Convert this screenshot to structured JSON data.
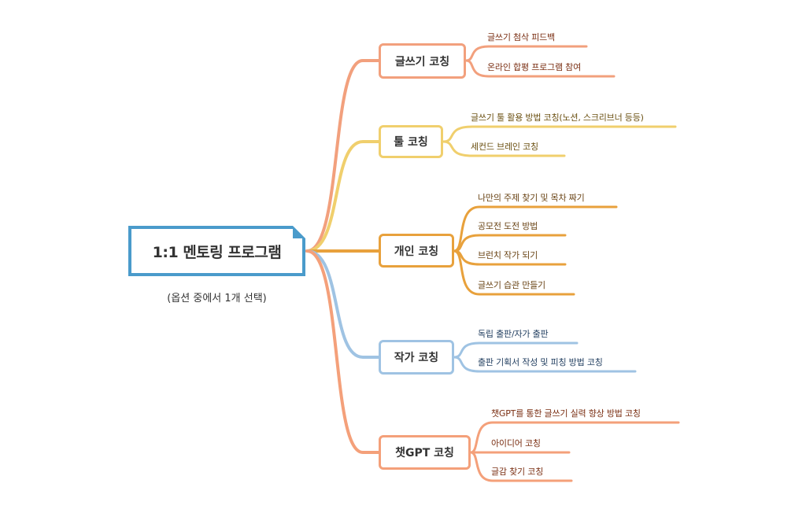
{
  "root": {
    "title": "1:1 멘토링 프로그램",
    "subtitle": "(옵션 중에서 1개 선택)"
  },
  "colors": {
    "root_border": "#4a9bcb",
    "writing": "#f2a07d",
    "tools": "#f0cf6d",
    "personal": "#e8a13c",
    "author": "#9fc3e3",
    "chatgpt": "#f4a07a",
    "text_writing": "#7a2e12",
    "text_tools": "#6a4f10",
    "text_personal": "#6a4416",
    "text_author": "#1f3c5e",
    "text_chatgpt": "#7a2e12"
  },
  "branches": [
    {
      "id": "writing",
      "label": "글쓰기 코칭",
      "items": [
        "글쓰기 첨삭 피드백",
        "온라인 합평 프로그램 참여"
      ]
    },
    {
      "id": "tools",
      "label": "툴 코칭",
      "items": [
        "글쓰기 툴 활용 방법 코칭(노션, 스크리브너 등등)",
        "세컨드 브레인 코칭"
      ]
    },
    {
      "id": "personal",
      "label": "개인 코칭",
      "items": [
        "나만의 주제 찾기 및 목차 짜기",
        "공모전 도전 방법",
        "브런치 작가 되기",
        "글쓰기 습관 만들기"
      ]
    },
    {
      "id": "author",
      "label": "작가 코칭",
      "items": [
        "독립 출판/자가 출판",
        "출판 기획서 작성 및 피칭 방법 코칭"
      ]
    },
    {
      "id": "chatgpt",
      "label": "챗GPT 코칭",
      "items": [
        "챗GPT를 통한 글쓰기 실력 향상 방법 코칭",
        "아이디어 코칭",
        "글감 찾기 코칭"
      ]
    }
  ]
}
